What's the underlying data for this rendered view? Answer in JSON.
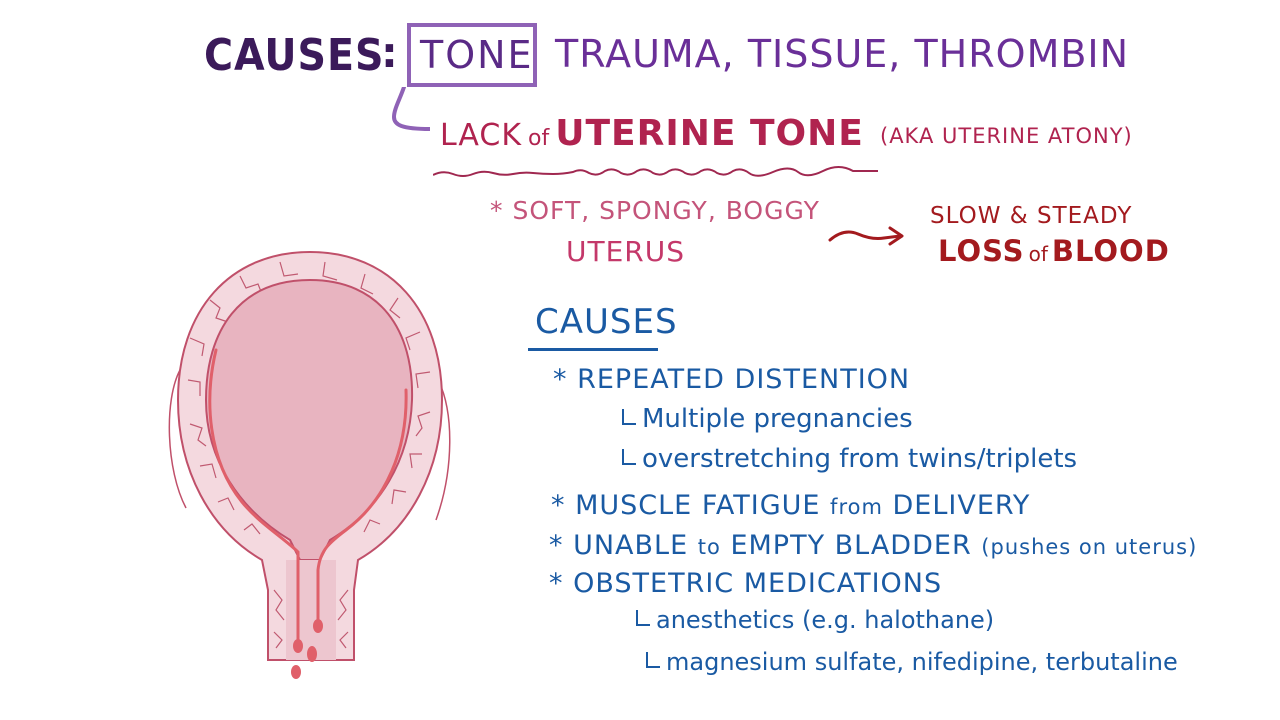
{
  "header": {
    "causes_label": "CAUSES",
    "colon": ":",
    "highlighted_cause": "TONE",
    "other_causes": "TRAUMA, TISSUE, THROMBIN",
    "causes_list": [
      "TONE",
      "TRAUMA",
      "TISSUE",
      "THROMBIN"
    ]
  },
  "tone_definition": {
    "prefix": "LACK",
    "of": "of",
    "emphasis": "UTERINE TONE",
    "aka": "(AKA UTERINE ATONY)"
  },
  "symptom": {
    "bullet": "*",
    "description": "SOFT, SPONGY, BOGGY",
    "subject": "UTERUS",
    "arrow": "arrow-right",
    "result_line1": "SLOW & STEADY",
    "result_loss": "LOSS",
    "result_of": "of",
    "result_blood": "BLOOD"
  },
  "causes_section": {
    "title": "CAUSES",
    "items": [
      {
        "bullet": "*",
        "label": "REPEATED DISTENTION",
        "subitems": [
          "Multiple pregnancies",
          "overstretching from twins/triplets"
        ]
      },
      {
        "bullet": "*",
        "label_main": "MUSCLE FATIGUE",
        "label_mid": "from",
        "label_end": "DELIVERY"
      },
      {
        "bullet": "*",
        "label_main": "UNABLE",
        "label_mid": "to",
        "label_end": "EMPTY BLADDER",
        "note": "(pushes on uterus)"
      },
      {
        "bullet": "*",
        "label": "OBSTETRIC MEDICATIONS",
        "subitems": [
          "anesthetics (e.g. halothane)",
          "magnesium sulfate, nifedipine, terbutaline"
        ]
      }
    ]
  },
  "illustration": {
    "name": "atonic-uterus-cross-section",
    "colors": {
      "cavity": "#e8b4c0",
      "wall": "#f4d9df",
      "outline": "#c0506a",
      "vessels": "#b8445e",
      "blood": "#e0606a"
    }
  },
  "colors": {
    "header_dark": "#3b1a5a",
    "header_purple": "#6a2f98",
    "box_border": "#8f62b6",
    "pink_text": "#b0234f",
    "blood_red": "#a31a1e",
    "blue_text": "#1a5aa3"
  }
}
